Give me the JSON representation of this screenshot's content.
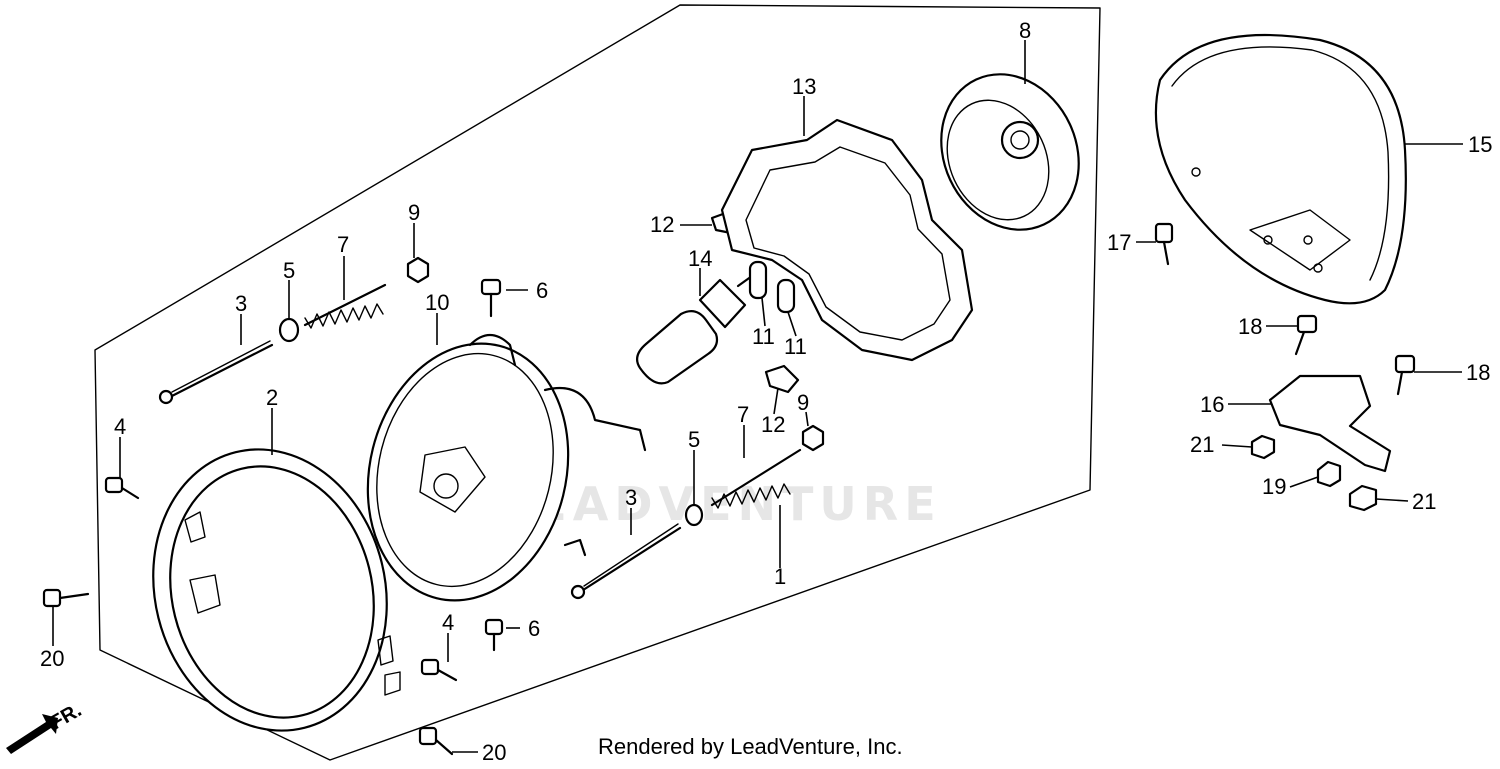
{
  "footer": "Rendered by LeadVenture, Inc.",
  "watermark": "LEADVENTURE",
  "direction_label": "FR.",
  "callouts": [
    "1",
    "2",
    "3",
    "3",
    "4",
    "4",
    "5",
    "5",
    "6",
    "6",
    "7",
    "7",
    "8",
    "9",
    "9",
    "10",
    "11",
    "11",
    "12",
    "12",
    "13",
    "14",
    "15",
    "16",
    "17",
    "18",
    "18",
    "19",
    "20",
    "20",
    "21",
    "21"
  ],
  "colors": {
    "ink": "#000000",
    "paper": "#ffffff",
    "watermark": "#e6e6e6"
  }
}
